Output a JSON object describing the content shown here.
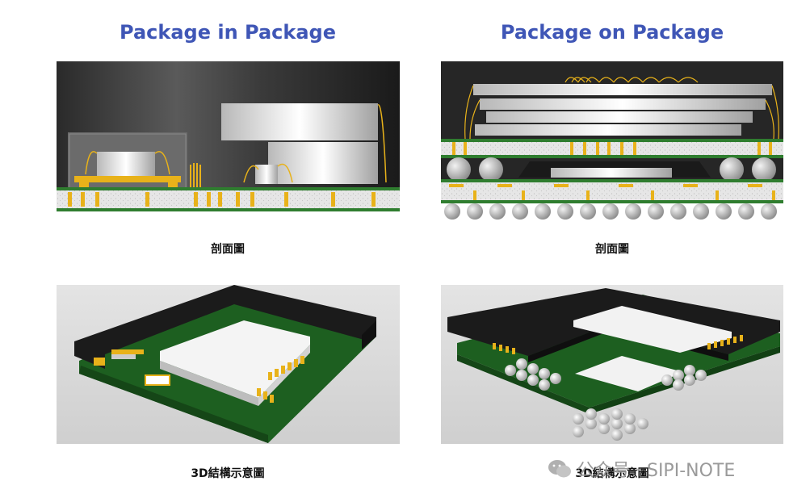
{
  "titles": {
    "left": "Package in Package",
    "right": "Package on Package"
  },
  "captions": {
    "left_section": "剖面圖",
    "right_section": "剖面圖",
    "left_3d": "3D結構示意圖",
    "right_3d": "3D結構示意圖"
  },
  "watermark": {
    "text": "公众号 · SIPI-NOTE",
    "icon": "wechat-icon"
  },
  "colors": {
    "title": "#3f56b6",
    "substrate_gold": "#e8b21a",
    "mold_black": "#1e1e1e",
    "pcb_green": "#1f6b22",
    "background_gray": "#dcdcdc"
  }
}
